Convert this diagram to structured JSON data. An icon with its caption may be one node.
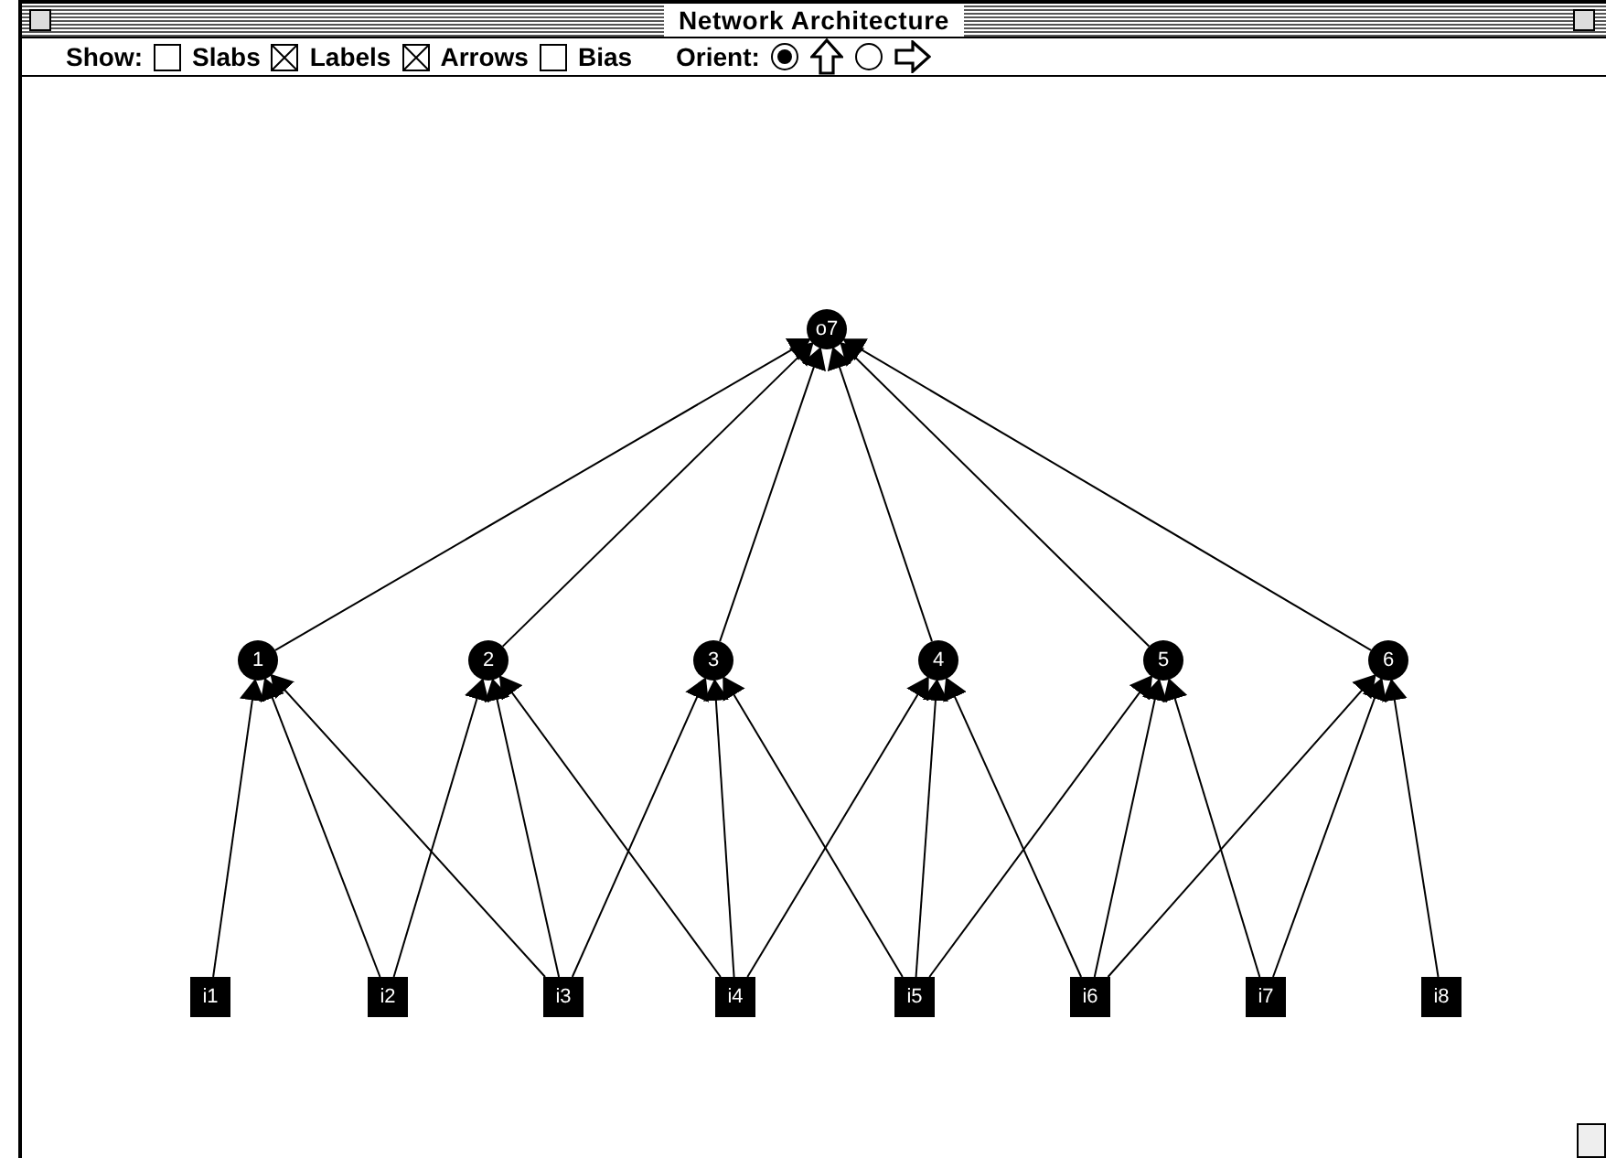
{
  "diagram": {
    "title": "Network Architecture",
    "nodes": [
      {
        "text": [
          "o7"
        ]
      },
      {
        "text": [
          "1"
        ]
      },
      {
        "text": [
          "2"
        ]
      },
      {
        "text": [
          "3"
        ]
      },
      {
        "text": [
          "4"
        ]
      },
      {
        "text": [
          "5"
        ]
      },
      {
        "text": [
          "6"
        ]
      },
      {
        "text": [
          "i1"
        ]
      },
      {
        "text": [
          "i2"
        ]
      },
      {
        "text": [
          "i3"
        ]
      },
      {
        "text": [
          "i4"
        ]
      },
      {
        "text": [
          "i5"
        ]
      },
      {
        "text": [
          "i6"
        ]
      },
      {
        "text": [
          "i7"
        ]
      },
      {
        "text": [
          "i8"
        ]
      }
    ],
    "edges": [
      {
        "from": 1,
        "to": 0,
        "arrow": "to"
      },
      {
        "from": 2,
        "to": 0,
        "arrow": "to"
      },
      {
        "from": 3,
        "to": 0,
        "arrow": "to"
      },
      {
        "from": 4,
        "to": 0,
        "arrow": "to"
      },
      {
        "from": 5,
        "to": 0,
        "arrow": "to"
      },
      {
        "from": 6,
        "to": 0,
        "arrow": "to"
      },
      {
        "from": 7,
        "to": 1,
        "arrow": "to"
      },
      {
        "from": 8,
        "to": 1,
        "arrow": "to"
      },
      {
        "from": 9,
        "to": 1,
        "arrow": "to"
      },
      {
        "from": 8,
        "to": 2,
        "arrow": "to"
      },
      {
        "from": 9,
        "to": 2,
        "arrow": "to"
      },
      {
        "from": 10,
        "to": 2,
        "arrow": "to"
      },
      {
        "from": 9,
        "to": 3,
        "arrow": "to"
      },
      {
        "from": 10,
        "to": 3,
        "arrow": "to"
      },
      {
        "from": 11,
        "to": 3,
        "arrow": "to"
      },
      {
        "from": 10,
        "to": 4,
        "arrow": "to"
      },
      {
        "from": 11,
        "to": 4,
        "arrow": "to"
      },
      {
        "from": 12,
        "to": 4,
        "arrow": "to"
      },
      {
        "from": 11,
        "to": 5,
        "arrow": "to"
      },
      {
        "from": 12,
        "to": 5,
        "arrow": "to"
      },
      {
        "from": 13,
        "to": 5,
        "arrow": "to"
      },
      {
        "from": 12,
        "to": 6,
        "arrow": "to"
      },
      {
        "from": 13,
        "to": 6,
        "arrow": "to"
      },
      {
        "from": 14,
        "to": 6,
        "arrow": "to"
      }
    ],
    "labels": [
      "Show:",
      "Slabs",
      "Labels",
      "Arrows",
      "Bias",
      "Orient:"
    ]
  }
}
